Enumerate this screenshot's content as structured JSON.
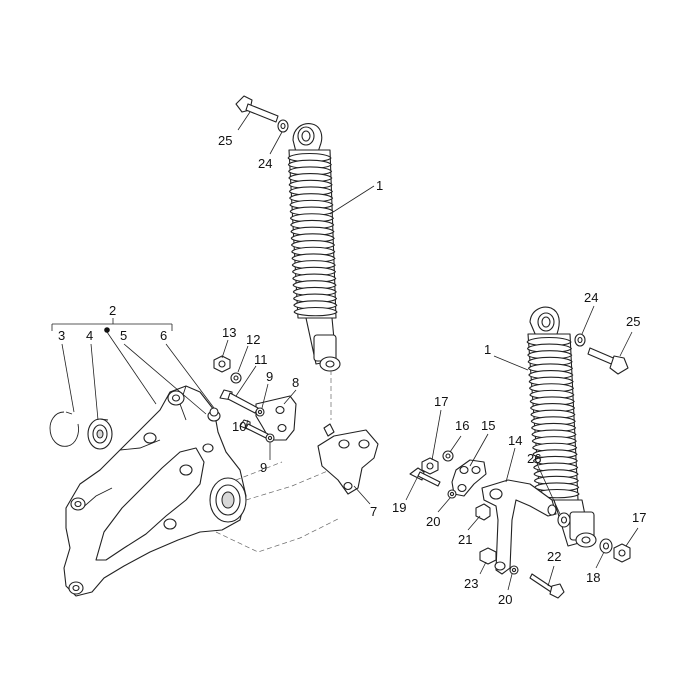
{
  "callouts": [
    {
      "id": "c25a",
      "text": "25"
    },
    {
      "id": "c24a",
      "text": "24"
    },
    {
      "id": "c1a",
      "text": "1"
    },
    {
      "id": "c2",
      "text": "2"
    },
    {
      "id": "c3",
      "text": "3"
    },
    {
      "id": "c4",
      "text": "4"
    },
    {
      "id": "c5",
      "text": "5"
    },
    {
      "id": "c6",
      "text": "6"
    },
    {
      "id": "c13",
      "text": "13"
    },
    {
      "id": "c12",
      "text": "12"
    },
    {
      "id": "c11",
      "text": "11"
    },
    {
      "id": "c9a",
      "text": "9"
    },
    {
      "id": "c8",
      "text": "8"
    },
    {
      "id": "c10",
      "text": "10"
    },
    {
      "id": "c9b",
      "text": "9"
    },
    {
      "id": "c7",
      "text": "7"
    },
    {
      "id": "c24b",
      "text": "24"
    },
    {
      "id": "c25b",
      "text": "25"
    },
    {
      "id": "c1b",
      "text": "1"
    },
    {
      "id": "c17a",
      "text": "17"
    },
    {
      "id": "c16",
      "text": "16"
    },
    {
      "id": "c15",
      "text": "15"
    },
    {
      "id": "c14",
      "text": "14"
    },
    {
      "id": "c26",
      "text": "26"
    },
    {
      "id": "c19",
      "text": "19"
    },
    {
      "id": "c20a",
      "text": "20"
    },
    {
      "id": "c21",
      "text": "21"
    },
    {
      "id": "c17b",
      "text": "17"
    },
    {
      "id": "c22",
      "text": "22"
    },
    {
      "id": "c23",
      "text": "23"
    },
    {
      "id": "c18",
      "text": "18"
    },
    {
      "id": "c20b",
      "text": "20"
    }
  ]
}
